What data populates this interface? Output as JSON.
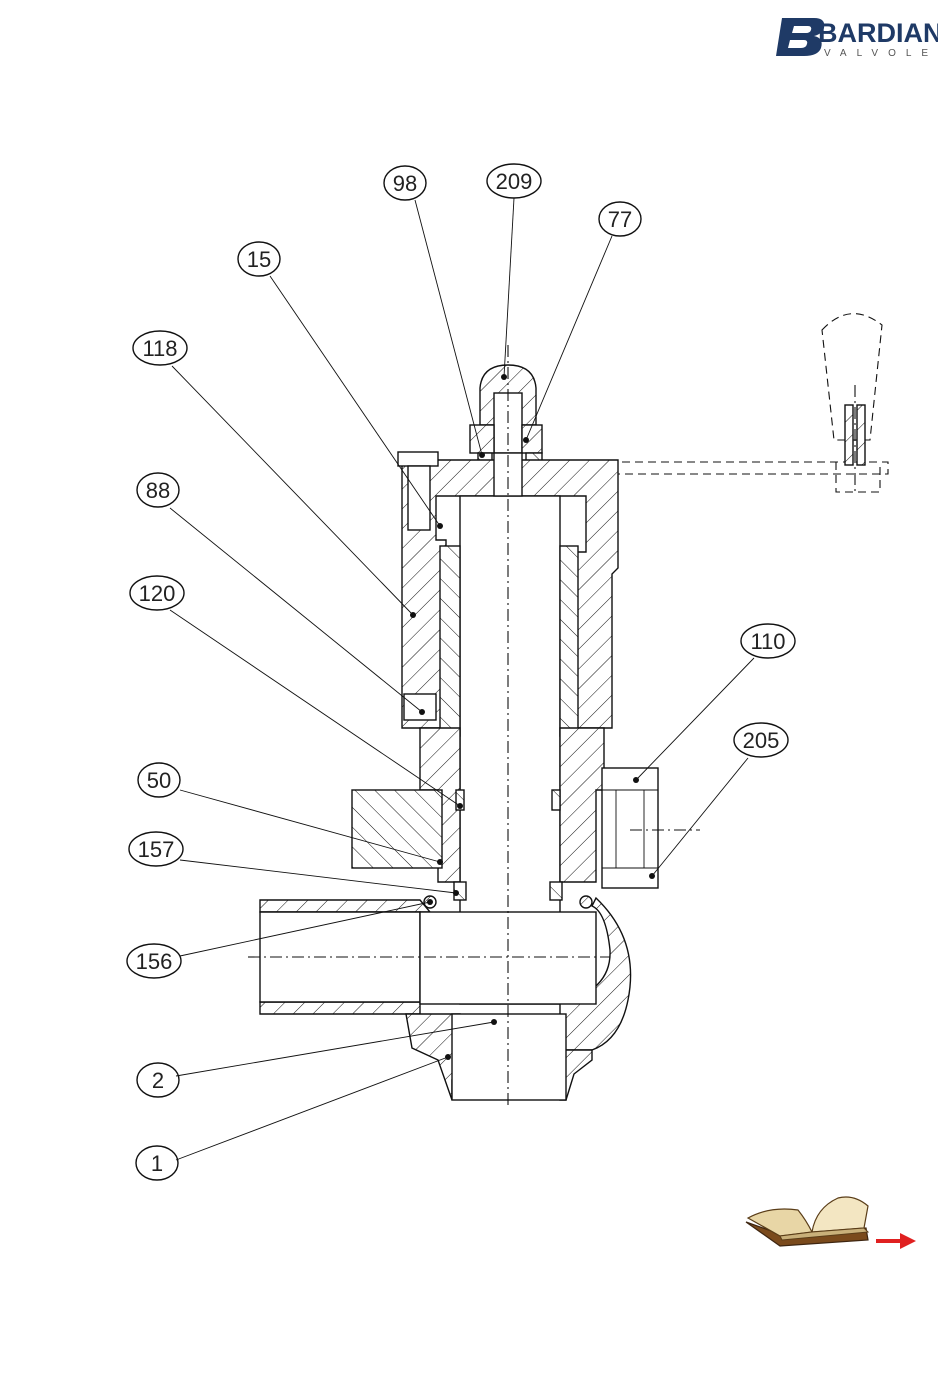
{
  "brand": {
    "name": "BARDIANI",
    "subtitle": "VALVOLE",
    "accent_color": "#1f3a66"
  },
  "callouts": [
    {
      "id": "98",
      "label": "98"
    },
    {
      "id": "209",
      "label": "209"
    },
    {
      "id": "77",
      "label": "77"
    },
    {
      "id": "15",
      "label": "15"
    },
    {
      "id": "118",
      "label": "118"
    },
    {
      "id": "88",
      "label": "88"
    },
    {
      "id": "120",
      "label": "120"
    },
    {
      "id": "110",
      "label": "110"
    },
    {
      "id": "205",
      "label": "205"
    },
    {
      "id": "50",
      "label": "50"
    },
    {
      "id": "157",
      "label": "157"
    },
    {
      "id": "156",
      "label": "156"
    },
    {
      "id": "2",
      "label": "2"
    },
    {
      "id": "1",
      "label": "1"
    }
  ],
  "manual_link": {
    "icon": "open-book-icon",
    "arrow_icon": "arrow-right-icon",
    "arrow_color": "#e02020"
  }
}
